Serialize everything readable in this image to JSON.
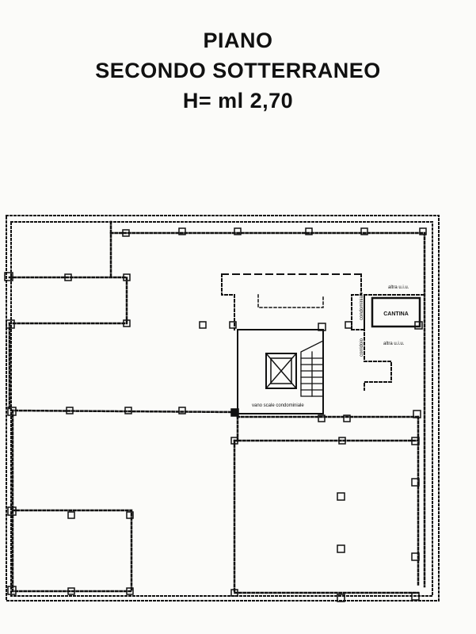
{
  "title": {
    "line1": "PIANO",
    "line2": "SECONDO SOTTERRANEO",
    "line3": "H= ml 2,70"
  },
  "plan_labels": {
    "cantina": "CANTINA",
    "altra_uiu_top": "altra u.i.u.",
    "altra_uiu_bottom": "altra u.i.u.",
    "corridoio": "corridoio",
    "condominiale": "condominiale",
    "vano_scale": "vano scale condominiale"
  },
  "colors": {
    "ink": "#111111",
    "paper": "#fbfbf9"
  }
}
